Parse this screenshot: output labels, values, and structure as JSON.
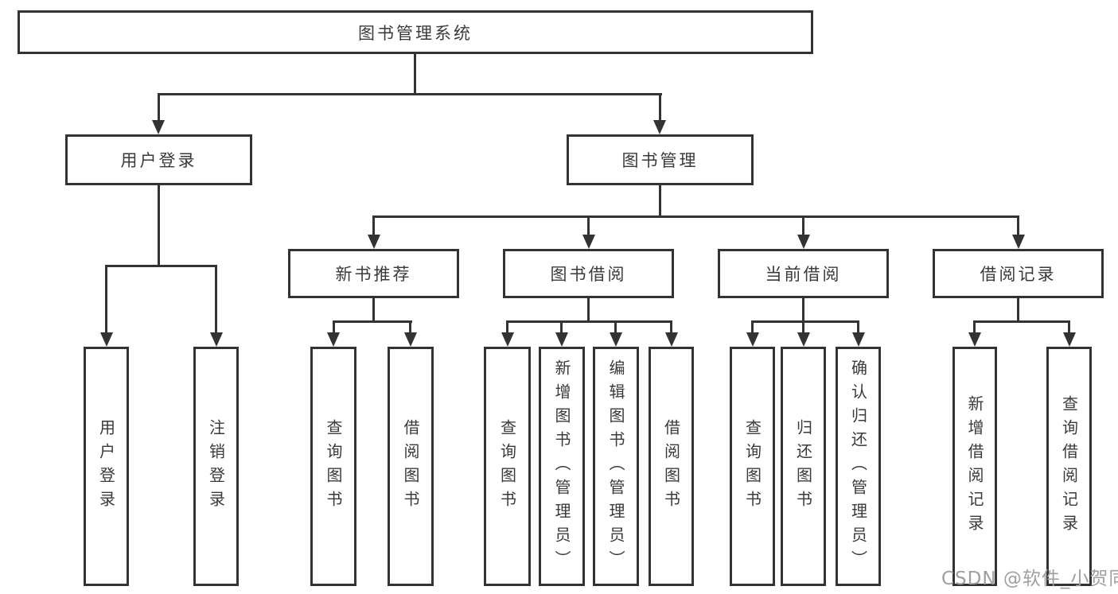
{
  "diagram": {
    "root": {
      "label": "图书管理系统"
    },
    "level2": {
      "user_login": {
        "label": "用户登录"
      },
      "book_mgmt": {
        "label": "图书管理"
      }
    },
    "level3": {
      "new_books": {
        "label": "新书推荐"
      },
      "borrowing": {
        "label": "图书借阅"
      },
      "current": {
        "label": "当前借阅"
      },
      "records": {
        "label": "借阅记录"
      }
    },
    "leaves": {
      "user_login": [
        "用户登录",
        "注销登录"
      ],
      "new_books": [
        "查询图书",
        "借阅图书"
      ],
      "borrowing": [
        "查询图书",
        "新增图书（管理员）",
        "编辑图书（管理员）",
        "借阅图书"
      ],
      "current": [
        "查询图书",
        "归还图书",
        "确认归还（管理员）"
      ],
      "records": [
        "新增借阅记录",
        "查询借阅记录"
      ]
    },
    "watermark": "CSDN @软件_小贺同学",
    "colors": {
      "line": "#333333",
      "text": "#3a3a3a",
      "watermark": "#9f9f9f",
      "background": "#ffffff"
    }
  }
}
